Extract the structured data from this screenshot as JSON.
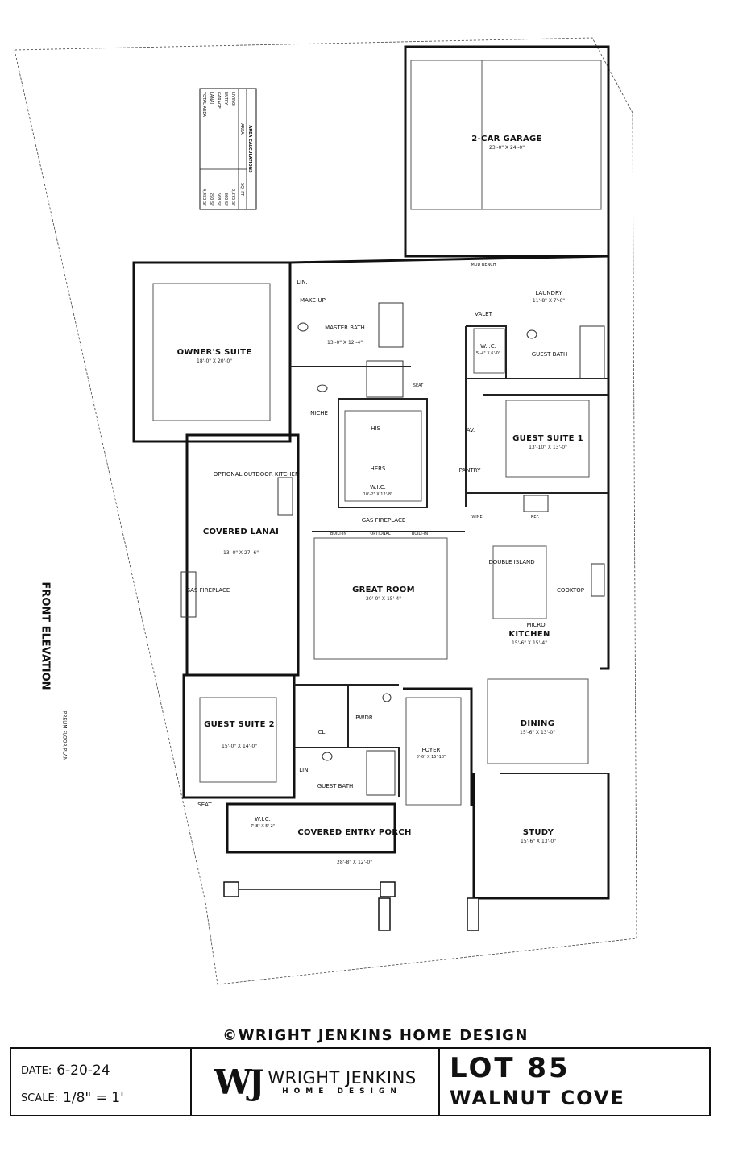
{
  "area_table": {
    "title": "AREA CALCULATIONS",
    "col_area": "AREA",
    "col_sqft": "SQ. FT",
    "rows": [
      {
        "area": "LIVING",
        "sqft": "3,275 SF"
      },
      {
        "area": "ENTRY",
        "sqft": "360 SF"
      },
      {
        "area": "GARAGE",
        "sqft": "568 SF"
      },
      {
        "area": "LANAI",
        "sqft": "290 SF"
      },
      {
        "area": "TOTAL AREA",
        "sqft": "4,493 SF"
      }
    ]
  },
  "rooms": {
    "garage": {
      "name": "2-CAR GARAGE",
      "dim": "23'-0\" X 24'-0\""
    },
    "owners_suite": {
      "name": "OWNER'S SUITE",
      "dim": "18'-0\" X 20'-0\""
    },
    "master_bath": {
      "name": "MASTER BATH",
      "dim": "13'-0\" X 12'-4\""
    },
    "laundry": {
      "name": "LAUNDRY",
      "dim": "11'-8\" X 7'-6\""
    },
    "wic_guest": {
      "name": "W.I.C.",
      "dim": "5'-4\" X 6'-0\""
    },
    "guest_suite_1": {
      "name": "GUEST SUITE 1",
      "dim": "13'-10\" X 13'-0\""
    },
    "wic_master": {
      "name": "W.I.C.",
      "dim": "10'-2\" X 12'-8\""
    },
    "covered_lanai": {
      "name": "COVERED LANAI",
      "dim": "13'-0\" X 27'-6\""
    },
    "great_room": {
      "name": "GREAT ROOM",
      "dim": "20'-0\" X 15'-4\""
    },
    "kitchen": {
      "name": "KITCHEN",
      "dim": "15'-6\" X 15'-4\""
    },
    "dining": {
      "name": "DINING",
      "dim": "15'-6\" X 13'-0\""
    },
    "guest_suite_2": {
      "name": "GUEST SUITE 2",
      "dim": "15'-0\" X 14'-0\""
    },
    "foyer": {
      "name": "FOYER",
      "dim": "8'-6\" X 15'-10\""
    },
    "study": {
      "name": "STUDY",
      "dim": "15'-6\" X 13'-0\""
    },
    "entry_porch": {
      "name": "COVERED ENTRY PORCH",
      "dim": "28'-8\" X 12'-0\""
    },
    "wic_small": {
      "name": "W.I.C.",
      "dim": "7'-8\" X 5'-2\""
    }
  },
  "labels": {
    "mud_bench": "MUD BENCH",
    "valet": "VALET",
    "guest_bath": "GUEST BATH",
    "lin": "LIN.",
    "make_up": "MAKE-UP",
    "seat": "SEAT",
    "niche": "NICHE",
    "his": "HIS",
    "hers": "HERS",
    "av": "AV.",
    "pantry": "PANTRY",
    "wine": "WINE",
    "ref": "REF.",
    "optional_outdoor_kitchen": "OPTIONAL OUTDOOR KITCHEN",
    "gas_fireplace": "GAS FIREPLACE",
    "built_in_left": "BUILT-IN",
    "optional": "OPTIONAL",
    "built_in_right": "BUILT-IN",
    "double_island": "DOUBLE ISLAND",
    "cooktop": "COOKTOP",
    "micro": "MICRO",
    "cl": "CL.",
    "pwdr": "PWDR",
    "lin2": "LIN.",
    "guest_bath2": "GUEST BATH",
    "seat2": "SEAT",
    "front_elevation": "FRONT ELEVATION",
    "prelim": "PRELIM FLOOR PLAN"
  },
  "copyright": "©WRIGHT JENKINS HOME DESIGN",
  "title_block": {
    "date_label": "DATE:",
    "date": "6-20-24",
    "scale_label": "SCALE:",
    "scale": "1/8\" = 1'",
    "logo": "WJ",
    "company": "WRIGHT JENKINS",
    "company_sub": "HOME DESIGN",
    "lot": "LOT 85",
    "subdivision": "WALNUT COVE"
  }
}
